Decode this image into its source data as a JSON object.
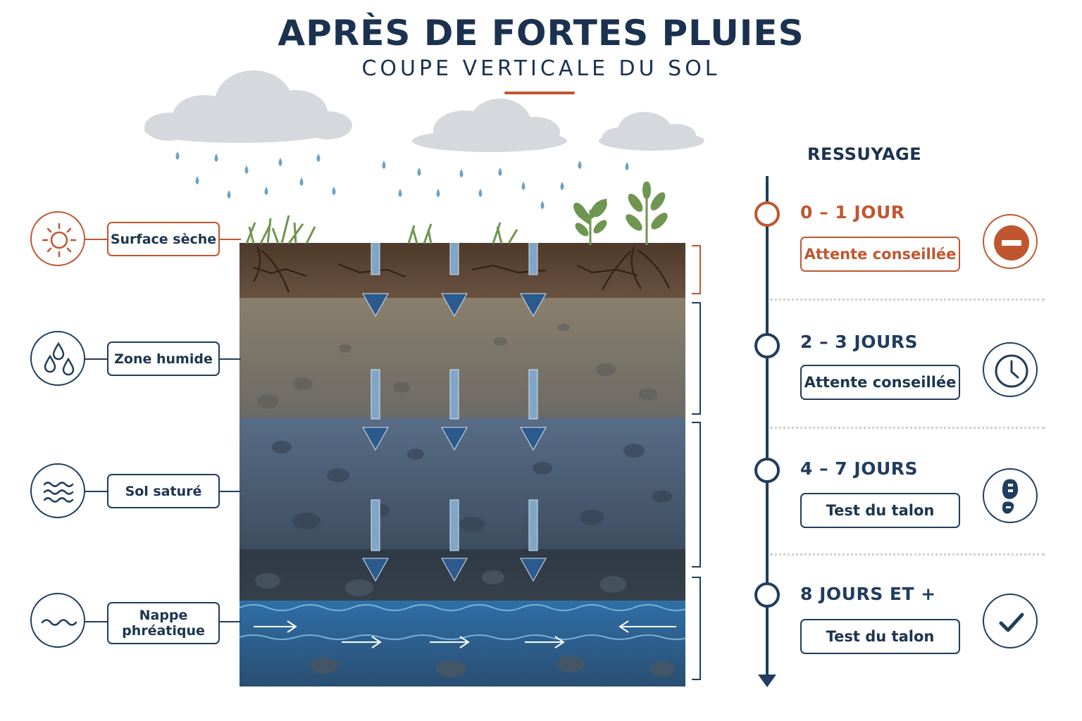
{
  "header": {
    "title": "APRÈS DE FORTES PLUIES",
    "subtitle": "COUPE VERTICALE DU SOL"
  },
  "layers": [
    {
      "label": "Surface sèche",
      "icon": "sun-icon"
    },
    {
      "label": "Zone humide",
      "icon": "water-drops-icon"
    },
    {
      "label": "Sol saturé",
      "icon": "waves-icon"
    },
    {
      "label": "Nappe phréatique",
      "icon": "wave-icon"
    }
  ],
  "ressuyage": {
    "title": "RESSUYAGE",
    "steps": [
      {
        "period": "0 – 1 JOUR",
        "status": "Attente conseillée",
        "icon": "no-entry-icon"
      },
      {
        "period": "2 – 3 JOURS",
        "status": "Attente conseillée",
        "icon": "clock-icon"
      },
      {
        "period": "4 – 7 JOURS",
        "status": "Test du talon",
        "icon": "footprint-icon"
      },
      {
        "period": "8 JOURS ET +",
        "status": "Test du talon",
        "icon": "checkmark-icon"
      }
    ]
  },
  "colors": {
    "navy": "#1f3d5e",
    "accent": "#c0562f",
    "topsoil": "#5e4633",
    "humid_layer": "#7e7565",
    "saturated_layer": "#4a5f78",
    "water_table": "#2f6fa6"
  }
}
